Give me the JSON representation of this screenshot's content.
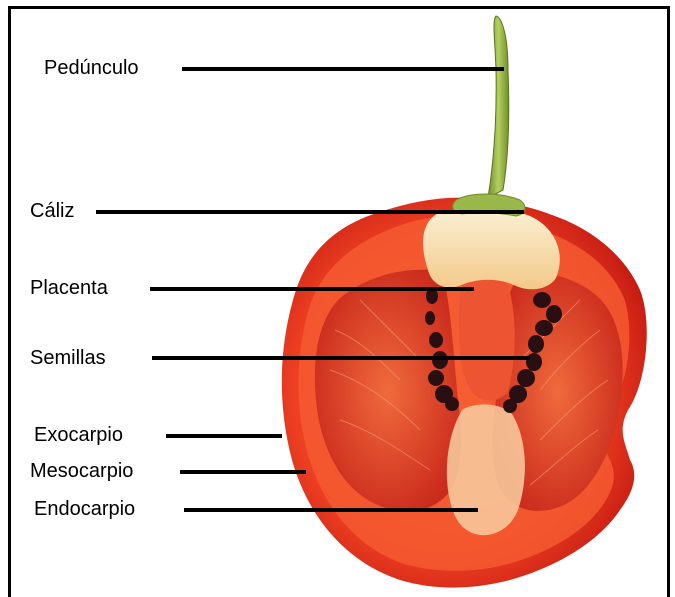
{
  "labels": {
    "peduncle": "Pedúnculo",
    "calyx": "Cáliz",
    "placenta": "Placenta",
    "seeds": "Semillas",
    "exocarp": "Exocarpio",
    "mesocarp": "Mesocarpio",
    "endocarp": "Endocarpio"
  },
  "colors": {
    "skin_dark": "#c81a12",
    "skin_light": "#ec4a2a",
    "flesh": "#f25a32",
    "cavity": "#d8321c",
    "pith_cream": "#f6e6c4",
    "stem": "#8aa83a",
    "seed": "#2a0f12"
  }
}
